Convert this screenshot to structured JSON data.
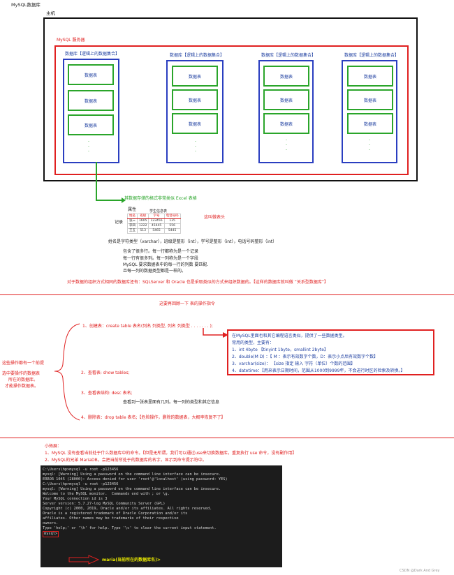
{
  "page_title": "MySQL数据库",
  "host_label": "主机",
  "server_label": "MySQL 服务器",
  "databases": [
    {
      "title": "数据库【逻辑上的数据集合】",
      "tables": [
        "数据表",
        "数据表",
        "数据表"
      ]
    },
    {
      "title": "数据库【逻辑上的数据集合】",
      "tables": [
        "数据表",
        "数据表",
        "数据表"
      ]
    },
    {
      "title": "数据库【逻辑上的数据集合】",
      "tables": [
        "数据表",
        "数据表",
        "数据表"
      ]
    },
    {
      "title": "数据库【逻辑上的数据集合】",
      "tables": [
        "数据表",
        "数据表",
        "数据表"
      ]
    }
  ],
  "excel_note": "其数据存储的格式非常类似 Excel 表格",
  "excel": {
    "attr_label": "属性",
    "record_label": "记录",
    "caption": "学生信息表",
    "header_note": "这叫做表头",
    "headers": [
      "姓名",
      "班级",
      "学号",
      "电话号码"
    ],
    "rows": [
      [
        "张三",
        "1605",
        "123456",
        "135"
      ],
      [
        "李四",
        "1222",
        "45445",
        "556"
      ],
      [
        "王五",
        "513",
        "5465",
        "5445"
      ]
    ]
  },
  "desc": {
    "types": "姓名是字符类型（varchar），班级是整形（int），学号是整形（int），电话号码整形（int）",
    "lines": [
      "包含了很多行。每一行都称为是一个记录",
      "每一行有很多列。每一列称为是一个字段",
      "MySQL 要求数据表中的每一行的列数 要匹配.",
      "且每一列的数据类型都是一样的。"
    ],
    "relational": "对于数据的组织方式相同的数据库还有：SQLServer 和 Oracle 也是采取类似的方式来组织数据的。【这样的数据库就叫做 “关系型数据库”】"
  },
  "section2_title": "这要再回顾一下 表的操作指令",
  "ops": {
    "create": "1、创建表：create table 表名(列名 列类型, 列名 列类型 . . . . . . . );",
    "show": "2、查看表:   show tables;",
    "desc_label": "3、查看表结构:   desc 表名;",
    "desc_note": "查看到一张表里面有几列。每一列的类型和其它信息",
    "drop": "4、删除表：drop table 表名;【危险操作，删除的数据表，大概率恢复不了】",
    "precondition": [
      "这些操作都有一个前提",
      "选中要操作的数据表",
      "所在的数据库。",
      "才能操作数据表。"
    ]
  },
  "types_box": {
    "lines": [
      "在MySQL里面也和其它编程语言类似，提供了一些数据类型。",
      "常用的类型，主要有：",
      "1、int 4byte 【tinyint 1byte，smallint 2byte】",
      "2、double(M D) ：【 M ：表示有效数字个数，D：表示小点后有效数字个数】",
      "3、varchar(size)：  【size 指定 输入 字符（单位）个数的范围】",
      "4、datetime：【用来表示日期时间，范围从1000到9999年，不会进行时区的检索及转换。】"
    ]
  },
  "tips": {
    "title": "小拓展：",
    "lines": [
      "1、MySQL 没有查看当前处于什么数据库中的命令。【但是无所谓，我们可以通过use来切换数据库，重复执行 use 命令，没有副作用】",
      "2、MySQL的兄弟 MariaDB，会把当前所处于的数据库的名字，显示到命令提示符中。"
    ]
  },
  "terminal": {
    "lines": [
      "C:\\Users\\hp>mysql -u root -p123456",
      "mysql: [Warning] Using a password on the command line interface can be insecure.",
      "ERROR 1045 (28000): Access denied for user 'root'@'localhost' (using password: YES)",
      "",
      "C:\\Users\\hp>mysql -u root -p123456",
      "mysql: [Warning] Using a password on the command line interface can be insecure.",
      "Welcome to the MySQL monitor.  Commands end with ; or \\g.",
      "Your MySQL connection id is 3",
      "Server version: 5.7.27-log MySQL Community Server (GPL)",
      "",
      "Copyright (c) 2000, 2019, Oracle and/or its affiliates. All rights reserved.",
      "",
      "Oracle is a registered trademark of Oracle Corporation and/or its",
      "affiliates. Other names may be trademarks of their respective",
      "owners.",
      "",
      "Type 'help;' or '\\h' for help. Type '\\c' to clear the current input statement.",
      ""
    ],
    "prompt": "mysql>"
  },
  "maria_note": "maria(当前所在的数据库名)>",
  "watermark": "CSDN @Dark And Grey",
  "colors": {
    "red": "#e02020",
    "blue": "#2a3ec0",
    "green": "#2aa52a",
    "terminal_bg": "#1c1c1c",
    "annotation": "#e6e600"
  }
}
